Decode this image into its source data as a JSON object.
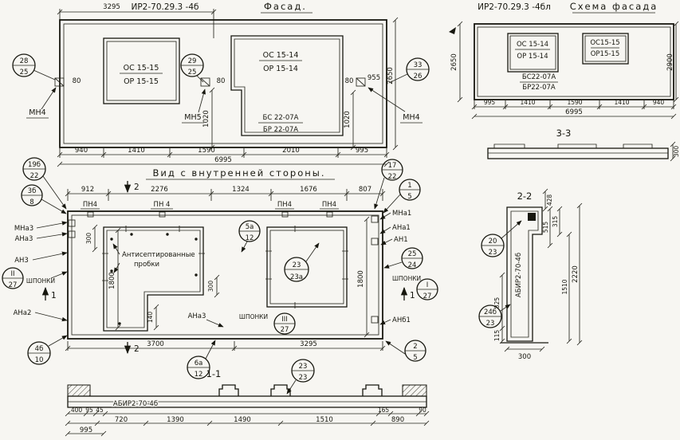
{
  "facade": {
    "code": "ИР2-70.29.3 -4б",
    "title": "Фасад.",
    "dim_top": "3295",
    "win1_line1": "ОС 15-15",
    "win1_line2": "ОР 15-15",
    "win2_line1": "ОС 15-14",
    "win2_line2": "ОР 15-14",
    "block_line1": "БС 22-07А",
    "block_line2": "БР 22-07А",
    "mn_left": "МН4",
    "mn_mid": "МН5",
    "mn_right": "МН4",
    "d80_left": "80",
    "d80_mid": "80",
    "d80_right": "80",
    "d955": "955",
    "v1020_left": "1020",
    "v1020_right": "1020",
    "h2650": "2650",
    "dims_bottom": [
      "940",
      "1410",
      "1590",
      "2010",
      "995"
    ],
    "dim_total": "6995",
    "callout_28": [
      "28",
      "25"
    ],
    "callout_29": [
      "29",
      "25"
    ],
    "callout_33": [
      "33",
      "26"
    ]
  },
  "scheme": {
    "code": "ИР2-70.29.3 -4бл",
    "title": "Схема фасада",
    "win1_line1": "ОС 15-14",
    "win1_line2": "ОР 15-14",
    "win2_line1": "ОС15-15",
    "win2_line2": "ОР15-15",
    "block_line1": "БС22-07А",
    "block_line2": "БР22-07А",
    "h_left": "2650",
    "h_right": "2900",
    "dims_bottom": [
      "995",
      "1410",
      "1590",
      "1410",
      "940"
    ],
    "dim_total": "6995",
    "section_label": "3-3",
    "section_dim": "300"
  },
  "inner": {
    "title": "Вид с внутренней стороны.",
    "dims_top": [
      "912",
      "2276",
      "1324",
      "1676",
      "807"
    ],
    "dims_bottom": [
      "3700",
      "3295"
    ],
    "pn1": "ПН4",
    "pn2": "ПН 4",
    "pn3": "ПН4",
    "pn4": "ПН4",
    "cut2_top": "2",
    "cut2_bottom": "2",
    "cut1_left": "1",
    "cut1_right": "1",
    "note_line1": "Антисептированные",
    "note_line2": "пробки",
    "shponki_left": "ШПОНКИ",
    "shponki_mid": "ШПОНКИ",
    "shponki_right": "ШПОНКИ",
    "mna3": "МНа3",
    "ana3": "АНа3",
    "an3": "АН3",
    "ana2": "АНа2",
    "mna1": "МНа1",
    "ana1": "АНа1",
    "an1": "АН1",
    "anb1": "АНб1",
    "ana3_bottom": "АНа3",
    "v1800_left": "1800",
    "v1800_right": "1800",
    "v300_left": "300",
    "v300_mid": "300",
    "d140": "140",
    "callout_19b": [
      "19б",
      "22"
    ],
    "callout_3b": [
      "3б",
      "8"
    ],
    "callout_17": [
      "17",
      "22"
    ],
    "callout_1": [
      "1",
      "5"
    ],
    "callout_25": [
      "25",
      "24"
    ],
    "callout_2": [
      "2",
      "5"
    ],
    "callout_4b": [
      "4б",
      "10"
    ],
    "callout_5a": [
      "5а",
      "12"
    ],
    "callout_6a": [
      "6а",
      "12"
    ],
    "callout_23": [
      "23",
      "23а"
    ],
    "section_II": [
      "II",
      "27"
    ],
    "section_III": [
      "III",
      "27"
    ],
    "section_I": [
      "I",
      "27"
    ]
  },
  "section11": {
    "label": "1-1",
    "callout_23": [
      "23",
      "23"
    ],
    "code": "АБИР2-70-4б",
    "d400": "400",
    "d95": "95",
    "d45": "45",
    "d165": "165",
    "d90": "90",
    "d720": "720",
    "d1390": "1390",
    "d1490": "1490",
    "d1510": "1510",
    "d890": "890",
    "d995": "995"
  },
  "section22": {
    "label": "2-2",
    "code": "АБИР2-70-4б",
    "callout_20": [
      "20",
      "23"
    ],
    "callout_24b": [
      "24б",
      "23"
    ],
    "d428": "428",
    "d515": "515",
    "d315": "315",
    "d1510": "1510",
    "d2220": "2220",
    "d825": "825",
    "d115": "115",
    "d300": "300"
  }
}
